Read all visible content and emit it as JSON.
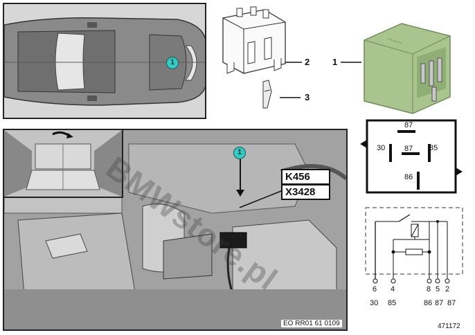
{
  "callouts": {
    "car_marker": "1",
    "engine_marker": "1",
    "part_1": "1",
    "part_2": "2",
    "part_3": "3"
  },
  "labels": {
    "relay_id": "K456",
    "connector_id": "X3428",
    "image_ref": "EO RR01 61 0109",
    "diagram_no": "471172"
  },
  "relay_face_pins": [
    "87",
    "30",
    "87",
    "85",
    "86"
  ],
  "schematic": {
    "pin_numbers": [
      "6",
      "4",
      "8",
      "5",
      "2"
    ],
    "terminals": [
      "30",
      "85",
      "86",
      "87",
      "87"
    ]
  },
  "watermark": "BMWstore.pl",
  "colors": {
    "relay_green": "#a9c48f",
    "marker_teal": "#37c9c4"
  }
}
